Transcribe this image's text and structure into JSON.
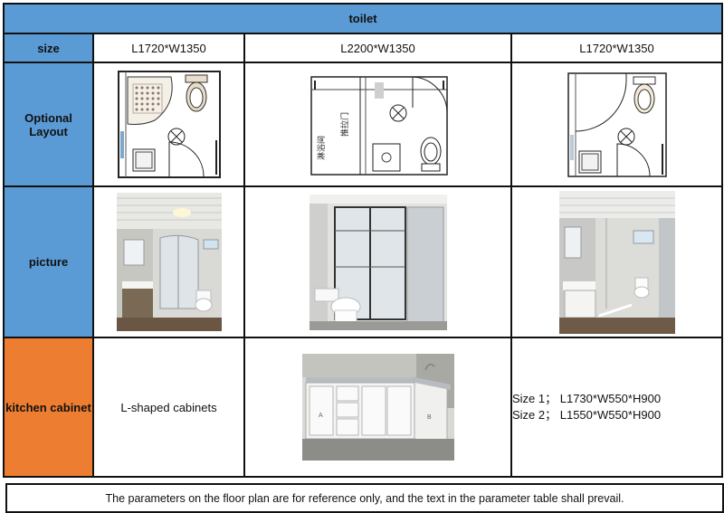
{
  "header": {
    "title": "toilet"
  },
  "rows": {
    "size": {
      "label": "size",
      "values": [
        "L1720*W1350",
        "L2200*W1350",
        "L1720*W1350"
      ]
    },
    "layout": {
      "label_line1": "Optional",
      "label_line2": "Layout",
      "plan2_text_1": "淋浴间",
      "plan2_text_2": "推拉门"
    },
    "picture": {
      "label": "picture"
    },
    "kitchen": {
      "label": "kitchen cabinet",
      "col1_text": "L-shaped cabinets",
      "photo_label_a": "A",
      "photo_label_b": "B",
      "sizes": [
        "Size 1； L1730*W550*H900",
        "Size 2； L1550*W550*H900"
      ]
    }
  },
  "footer": {
    "note": "The parameters on the floor plan are for reference only, and the text in the parameter table shall prevail."
  },
  "colors": {
    "header_blue": "#5b9bd5",
    "kitchen_orange": "#ed7d31"
  }
}
